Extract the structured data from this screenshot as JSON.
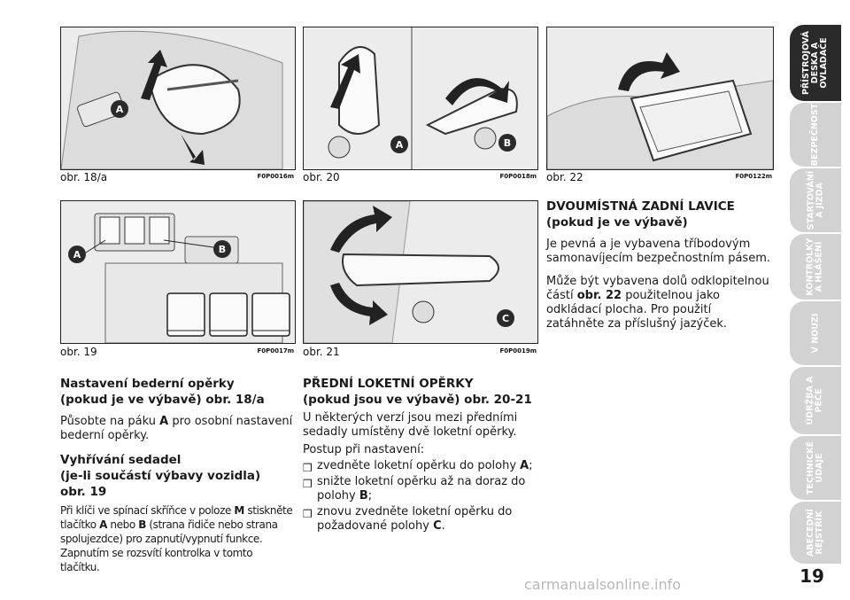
{
  "figures": {
    "f18a": {
      "caption": "obr. 18/a",
      "code": "F0P0016m",
      "labels": [
        "A"
      ]
    },
    "f20": {
      "caption": "obr. 20",
      "code": "F0P0018m",
      "labels": [
        "A",
        "B"
      ]
    },
    "f22": {
      "caption": "obr. 22",
      "code": "F0P0122m"
    },
    "f19": {
      "caption": "obr. 19",
      "code": "F0P0017m",
      "labels": [
        "A",
        "B"
      ]
    },
    "f21": {
      "caption": "obr. 21",
      "code": "F0P0019m",
      "labels": [
        "C"
      ]
    }
  },
  "col1": {
    "h1a": "Nastavení bederní opěrky",
    "h1b": "(pokud je ve výbavě) obr. 18/a",
    "p1_before": "Působte na páku ",
    "p1_key": "A",
    "p1_after": " pro osobní nastavení bederní opěrky.",
    "h2a": "Vyhřívání sedadel",
    "h2b": "(je-li součástí výbavy vozidla)",
    "h2c": "obr. 19",
    "p2_1": "Při klíči ve spínací skříňce v poloze ",
    "p2_k1": "M",
    "p2_2": " stiskněte tlačítko ",
    "p2_k2": "A",
    "p2_3": " nebo ",
    "p2_k3": "B",
    "p2_4": " (strana řidiče nebo strana spolujezdce) pro zapnutí/vypnutí funkce. Zapnutím se rozsvítí kontrolka v tomto tlačítku."
  },
  "col2": {
    "h1": "PŘEDNÍ LOKETNÍ OPĚRKY",
    "h2": "(pokud jsou ve výbavě) obr. 20-21",
    "p1": "U některých verzí jsou mezi předními sedadly umístěny dvě loketní opěrky.",
    "p2": "Postup při nastavení:",
    "bullets": [
      {
        "text": "zvedněte loketní opěrku do polohy ",
        "key": "A",
        "end": ";"
      },
      {
        "text": "snižte loketní opěrku až na doraz do polohy ",
        "key": "B",
        "end": ";"
      },
      {
        "text": "znovu zvedněte loketní opěrku do požadované polohy ",
        "key": "C",
        "end": "."
      }
    ]
  },
  "col3": {
    "h1": "DVOUMÍSTNÁ ZADNÍ LAVICE",
    "h2": "(pokud je ve výbavě)",
    "p1": "Je pevná a je vybavena tříbodovým samonavíjecím bezpečnostním pásem.",
    "p2_before": "Může být vybavena dolů odklopitelnou částí ",
    "p2_key": "obr. 22",
    "p2_after": " použitelnou jako odkládací plocha. Pro použití zatáhněte za příslušný jazýček."
  },
  "tabs": [
    "PŘÍSTROJOVÁ\nDESKA A\nOVLADAČE",
    "BEZPEČNOST",
    "STARTOVÁNÍ\nA JÍZDA",
    "KONTROLKY\nA HLÁŠENÍ",
    "V NOUZI",
    "ÚDRŽBA A\nPÉČE",
    "TECHNICKÉ\nÚDAJE",
    "ABECEDNÍ\nREJSTŘÍK"
  ],
  "page_number": "19",
  "watermark": "carmanualsonline.info"
}
